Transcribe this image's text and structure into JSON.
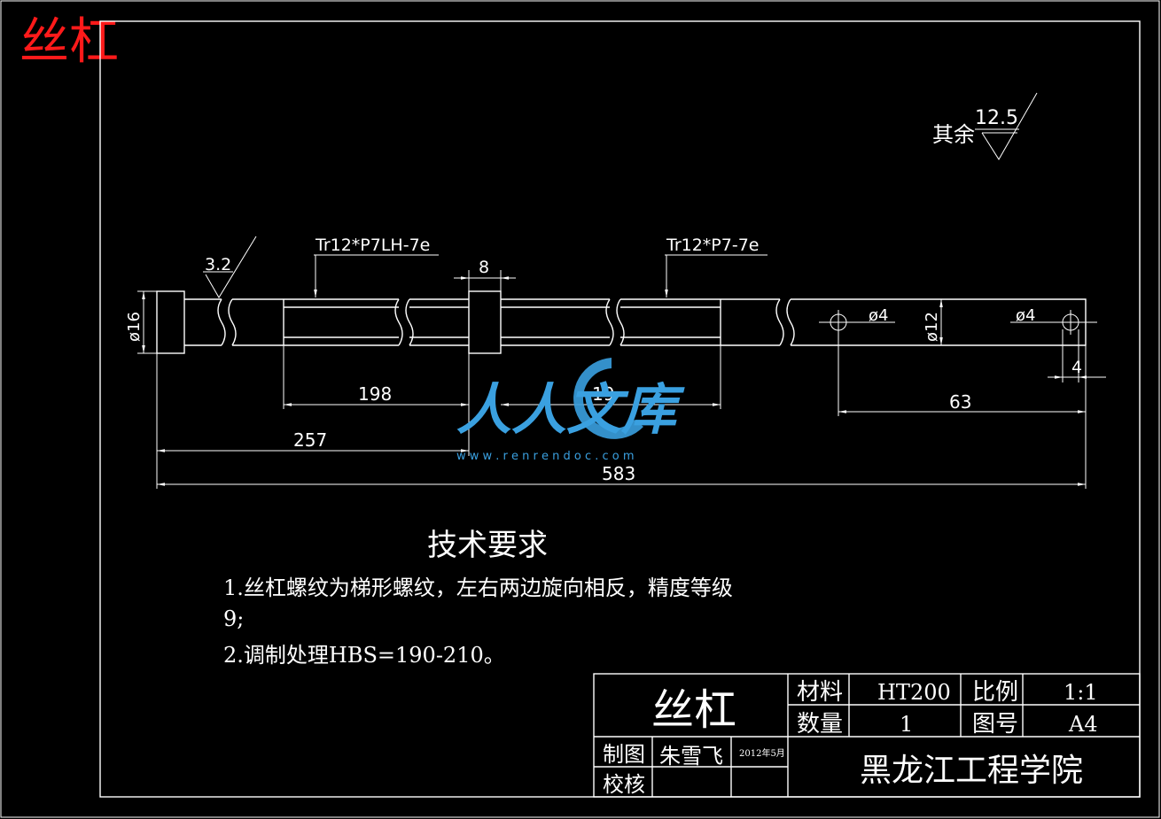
{
  "header": {
    "drawing_title": "丝杠"
  },
  "roughness": {
    "general_label": "其余",
    "general_value": "12.5",
    "local_value": "3.2"
  },
  "threads": {
    "left": "Tr12*P7LH-7e",
    "right": "Tr12*P7-7e"
  },
  "dimensions": {
    "collar_width": "8",
    "dia_16": "ø16",
    "dia_12": "ø12",
    "hole_left": "ø4",
    "hole_right": "ø4",
    "hole_offset": "4",
    "len_198": "198",
    "len_19x": "19",
    "len_257": "257",
    "len_63": "63",
    "len_583": "583"
  },
  "tech_requirements": {
    "heading": "技术要求",
    "line1": "1.丝杠螺纹为梯形螺纹，左右两边旋向相反，精度等级",
    "line2": "9;",
    "line3": "2.调制处理HBS=190-210。"
  },
  "title_block": {
    "part_name": "丝杠",
    "material_label": "材料",
    "material_value": "HT200",
    "scale_label": "比例",
    "scale_value": "1:1",
    "qty_label": "数量",
    "qty_value": "1",
    "drawing_no_label": "图号",
    "drawing_no_value": "A4",
    "drawn_label": "制图",
    "drawn_by": "朱雪飞",
    "date": "2012年5月",
    "checked_label": "校核",
    "school": "黑龙江工程学院"
  },
  "watermark": {
    "brand": "人人文库",
    "url": "w w w . r e n r e n d o c . c o m"
  },
  "colors": {
    "background": "#000000",
    "lines": "#ffffff",
    "title_red": "#ff1a1a",
    "watermark_blue": "#3aa0e0"
  }
}
